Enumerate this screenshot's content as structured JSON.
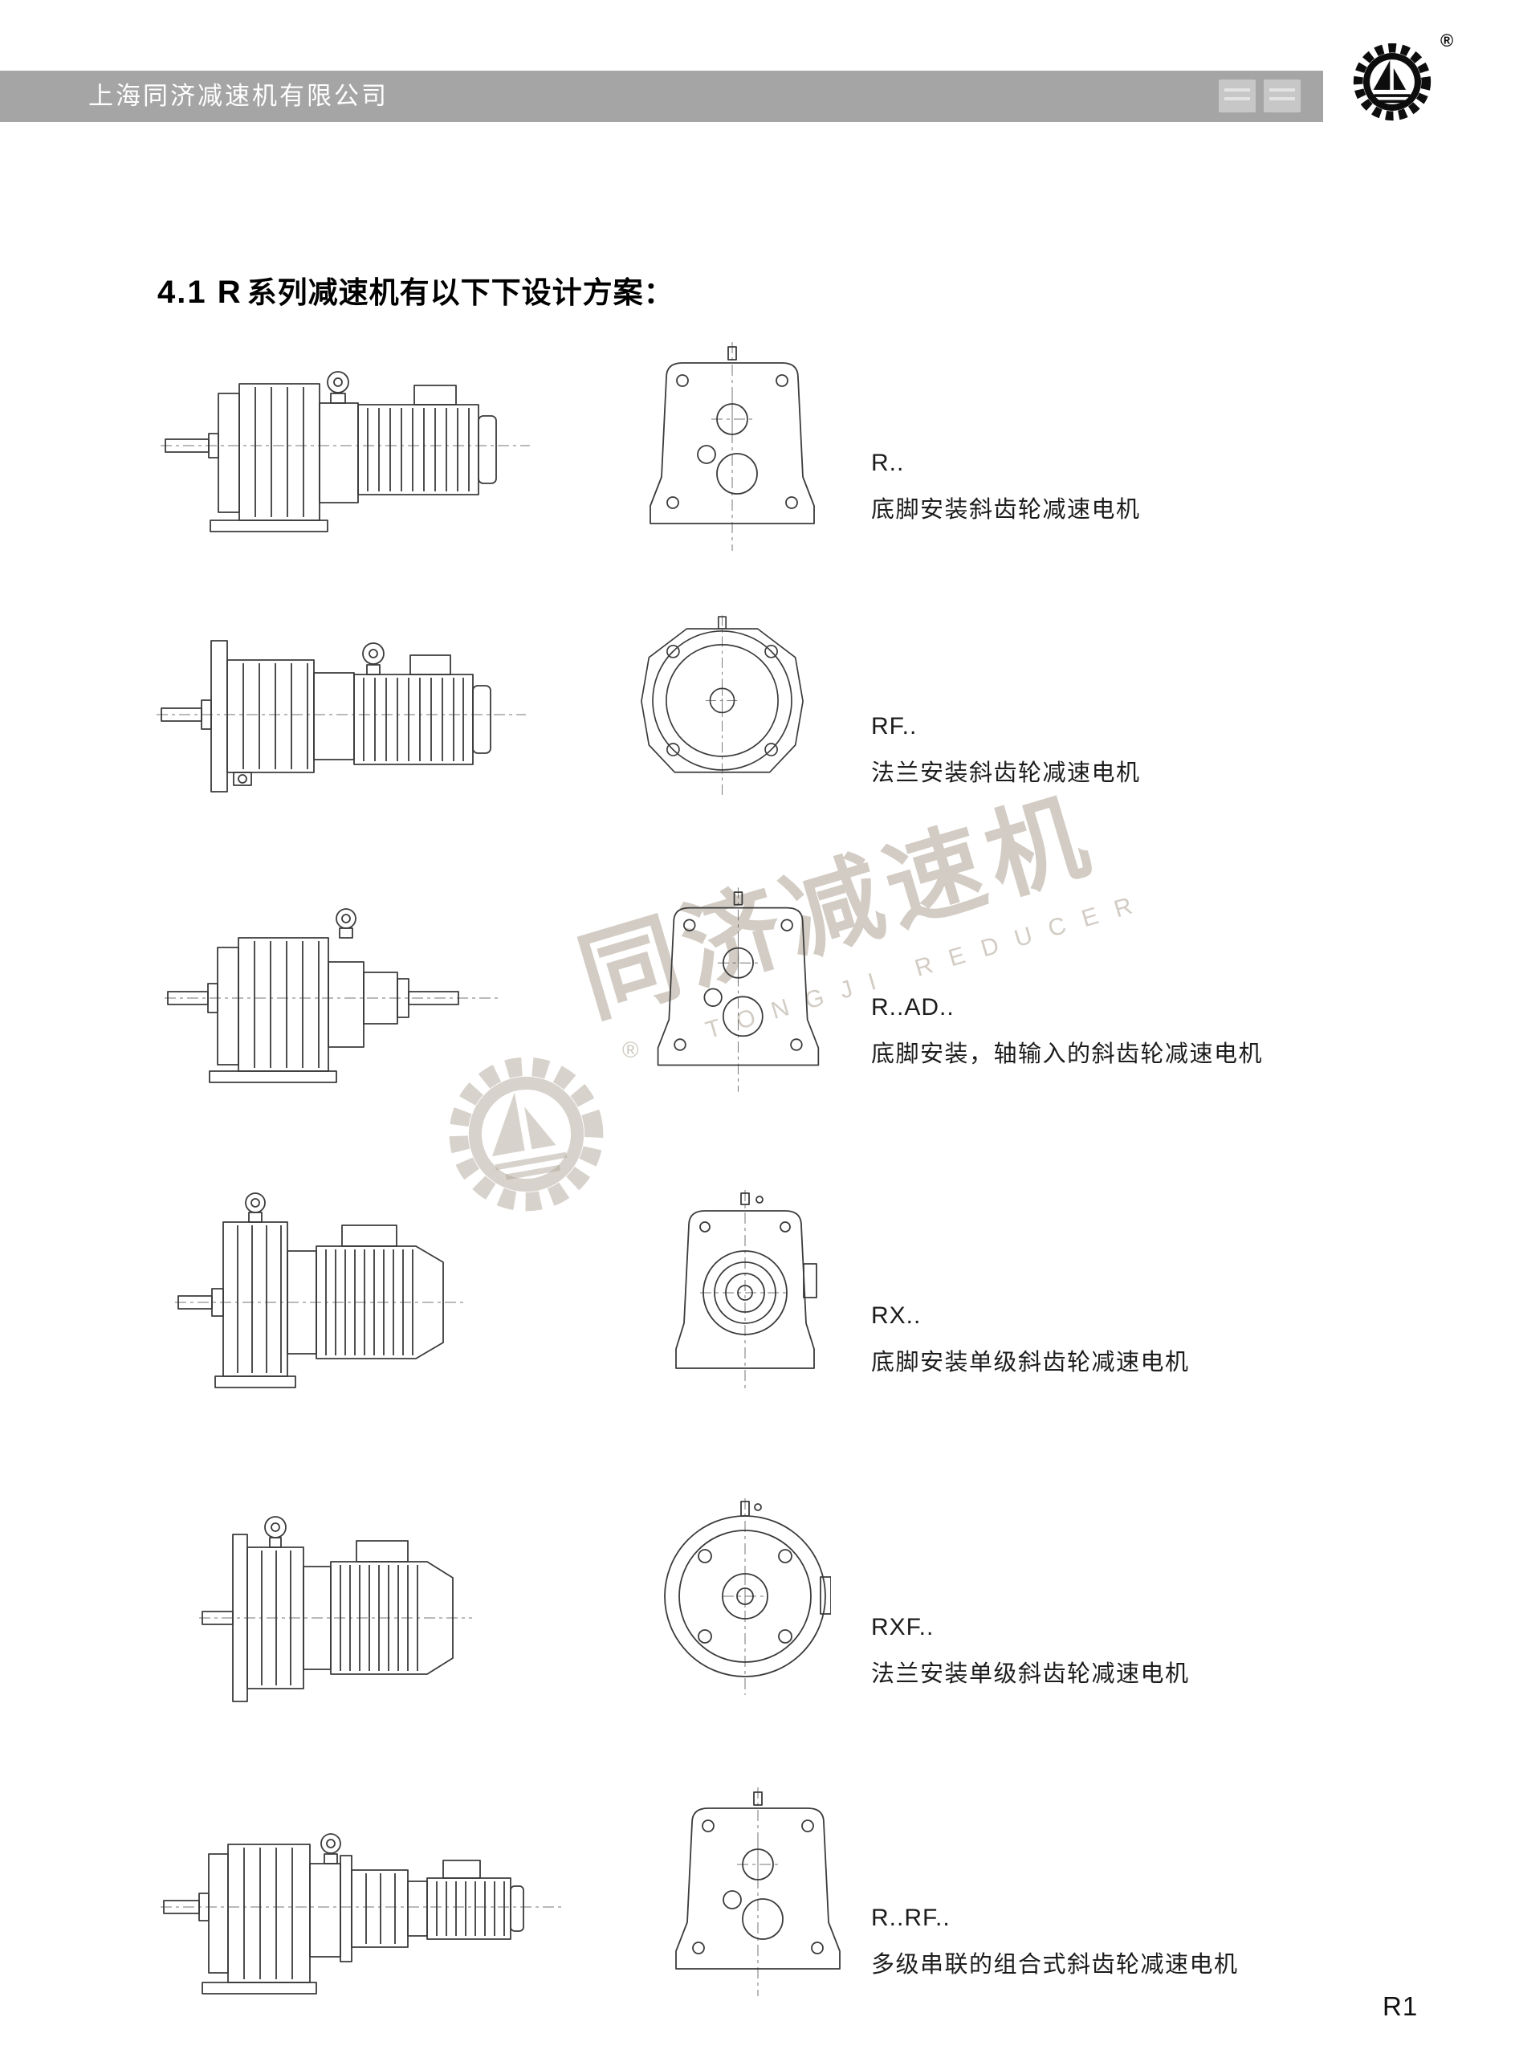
{
  "header": {
    "company": "上海同济减速机有限公司",
    "registered_mark": "®"
  },
  "section": {
    "title_prefix": "4.1 R",
    "title_text": "系列减速机有以下下设计方案："
  },
  "models": [
    {
      "code": "R..",
      "desc": "底脚安装斜齿轮减速电机"
    },
    {
      "code": "RF..",
      "desc": "法兰安装斜齿轮减速电机"
    },
    {
      "code": "R..AD..",
      "desc": "底脚安装，轴输入的斜齿轮减速电机"
    },
    {
      "code": "RX..",
      "desc": "底脚安装单级斜齿轮减速电机"
    },
    {
      "code": "RXF..",
      "desc": "法兰安装单级斜齿轮减速电机"
    },
    {
      "code": "R..RF..",
      "desc": "多级串联的组合式斜齿轮减速电机"
    }
  ],
  "watermark": {
    "cn": "同济减速机",
    "en": "TONGJI REDUCER",
    "registered_mark": "®"
  },
  "footer": {
    "page_number": "R1"
  },
  "colors": {
    "band_gray": "#a5a5a5",
    "drawing_line": "#3b3b3b",
    "watermark": "#ada394"
  }
}
